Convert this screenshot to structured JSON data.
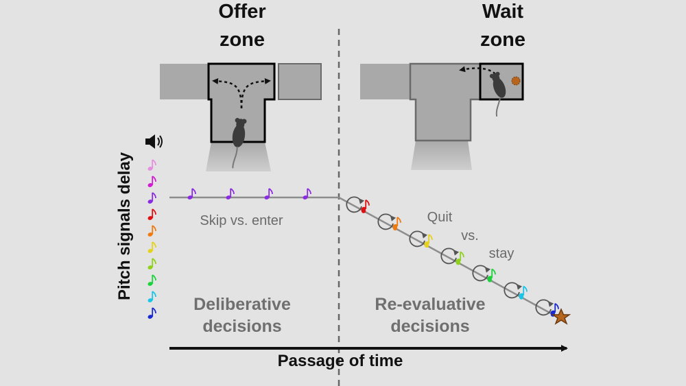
{
  "zones": {
    "offer": {
      "line1": "Offer",
      "line2": "zone"
    },
    "wait": {
      "line1": "Wait",
      "line2": "zone"
    }
  },
  "y_axis_label": "Pitch signals delay",
  "x_axis_label": "Passage of time",
  "deliberative": {
    "choice": "Skip vs. enter",
    "line1": "Deliberative",
    "line2": "decisions"
  },
  "reevaluative": {
    "word_quit": "Quit",
    "word_vs": "vs.",
    "word_stay": "stay",
    "line1": "Re-evaluative",
    "line2": "decisions"
  },
  "icons": {
    "speaker": "speaker-icon",
    "note": "music-note-icon",
    "mouse": "mouse-icon",
    "reward": "reward-pellet-icon",
    "star": "star-icon",
    "cycle": "circular-arrow-icon"
  },
  "colors": {
    "background": "#e3e3e3",
    "maze_fill": "#a9a9a9",
    "maze_stroke": "#6a6a6a",
    "active_outline": "#000000",
    "offer_line_note": "#8a2be2",
    "reward": "#b5651d",
    "pitch_scale": [
      "#e58ee0",
      "#d21ad2",
      "#8a2be2",
      "#e01010",
      "#ef7a10",
      "#e6d21a",
      "#8fd21a",
      "#1ad23a",
      "#1ac4e6",
      "#1a2ad2"
    ],
    "wait_notes": [
      "#e01010",
      "#ef7a10",
      "#e6d21a",
      "#8fd21a",
      "#1ad23a",
      "#1ac4e6",
      "#1a2ad2"
    ]
  }
}
